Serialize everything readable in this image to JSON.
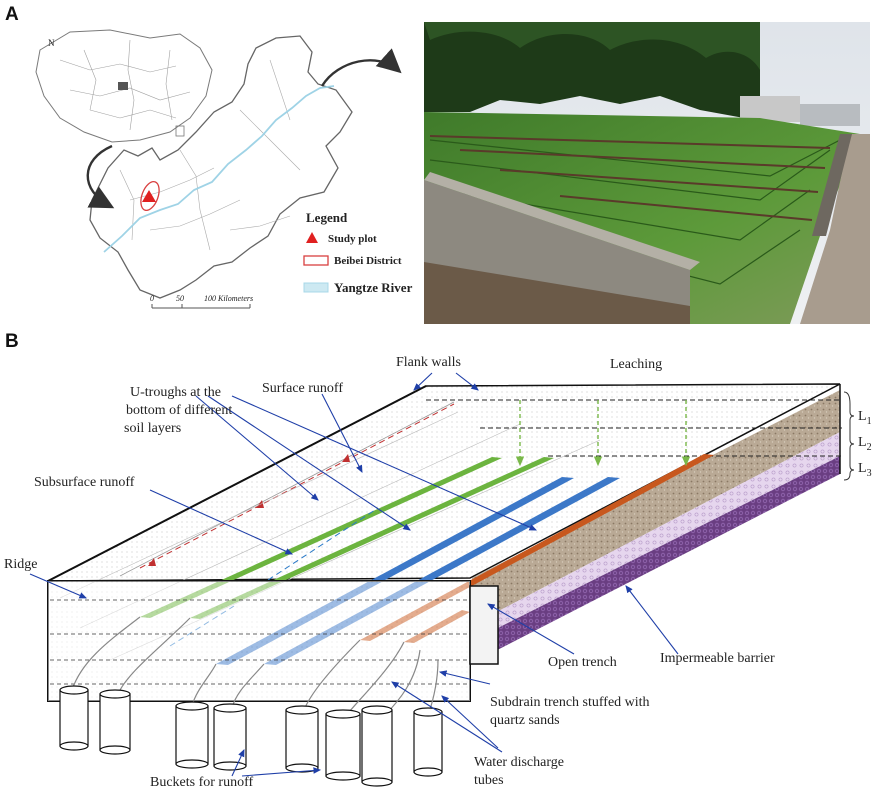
{
  "panels": {
    "a": "A",
    "b": "B"
  },
  "map": {
    "legend_title": "Legend",
    "legend_items": [
      {
        "label": "Study plot",
        "color": "#e02020"
      },
      {
        "label": "Beibei District",
        "color": "#d94040"
      },
      {
        "label": "Yangtze River",
        "color": "#a8d8e8"
      }
    ],
    "scale_ticks": [
      "0",
      "50",
      "100 Kilometers"
    ],
    "north_symbol": "N"
  },
  "diagram": {
    "labels": {
      "flank_walls": "Flank walls",
      "leaching": "Leaching",
      "u_troughs_1": "U-troughs at the",
      "u_troughs_2": "bottom of different",
      "u_troughs_3": "soil layers",
      "surface_runoff": "Surface runoff",
      "subsurface_runoff": "Subsurface runoff",
      "ridge": "Ridge",
      "open_trench": "Open trench",
      "impermeable_barrier": "Impermeable barrier",
      "subdrain_1": "Subdrain trench stuffed with",
      "subdrain_2": "quartz sands",
      "discharge_1": "Water discharge",
      "discharge_2": "tubes",
      "buckets": "Buckets for runoff"
    },
    "layers": [
      "L",
      "L",
      "L"
    ],
    "layer_subs": [
      "1",
      "2",
      "3"
    ],
    "colors": {
      "green": "#6cb43f",
      "blue": "#3c78c8",
      "orange": "#c8581e"
    }
  }
}
